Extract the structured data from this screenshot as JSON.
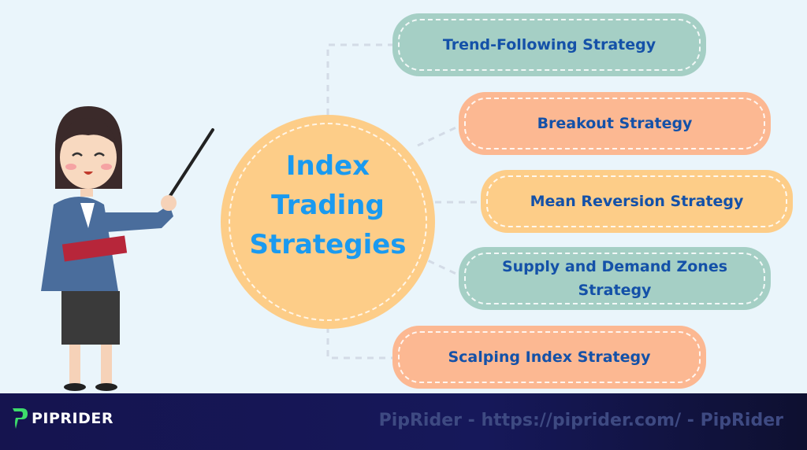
{
  "diagram": {
    "center": {
      "lines": [
        "Index",
        "Trading",
        "Strategies"
      ]
    },
    "branches": [
      {
        "label": "Trend-Following Strategy",
        "color": "#a5cfc5"
      },
      {
        "label": "Breakout Strategy",
        "color": "#fcb892"
      },
      {
        "label": "Mean Reversion Strategy",
        "color": "#fdcd88"
      },
      {
        "label": "Supply and Demand Zones Strategy",
        "color": "#a5cfc5"
      },
      {
        "label": "Scalping Index Strategy",
        "color": "#fcb892"
      }
    ],
    "illustration": "teacher-with-pointer"
  },
  "footer": {
    "logo_text": "PIPRIDER",
    "watermark": "PipRider - https://piprider.com/ - PipRider"
  },
  "colors": {
    "title_blue": "#1a9af0",
    "label_blue": "#1451a8",
    "footer_bg": "#15144f",
    "logo_green": "#3ddc6b"
  }
}
